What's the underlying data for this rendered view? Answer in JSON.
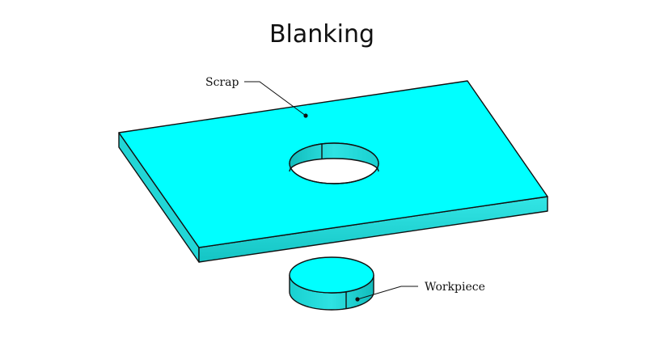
{
  "diagram": {
    "title": "Blanking",
    "labels": {
      "scrap": "Scrap",
      "workpiece": "Workpiece"
    },
    "colors": {
      "part_top": "#00ffff",
      "part_side": "#1ad3d3",
      "part_side_dark": "#12b8b8",
      "outline": "#111111",
      "hole": "#ffffff"
    }
  }
}
